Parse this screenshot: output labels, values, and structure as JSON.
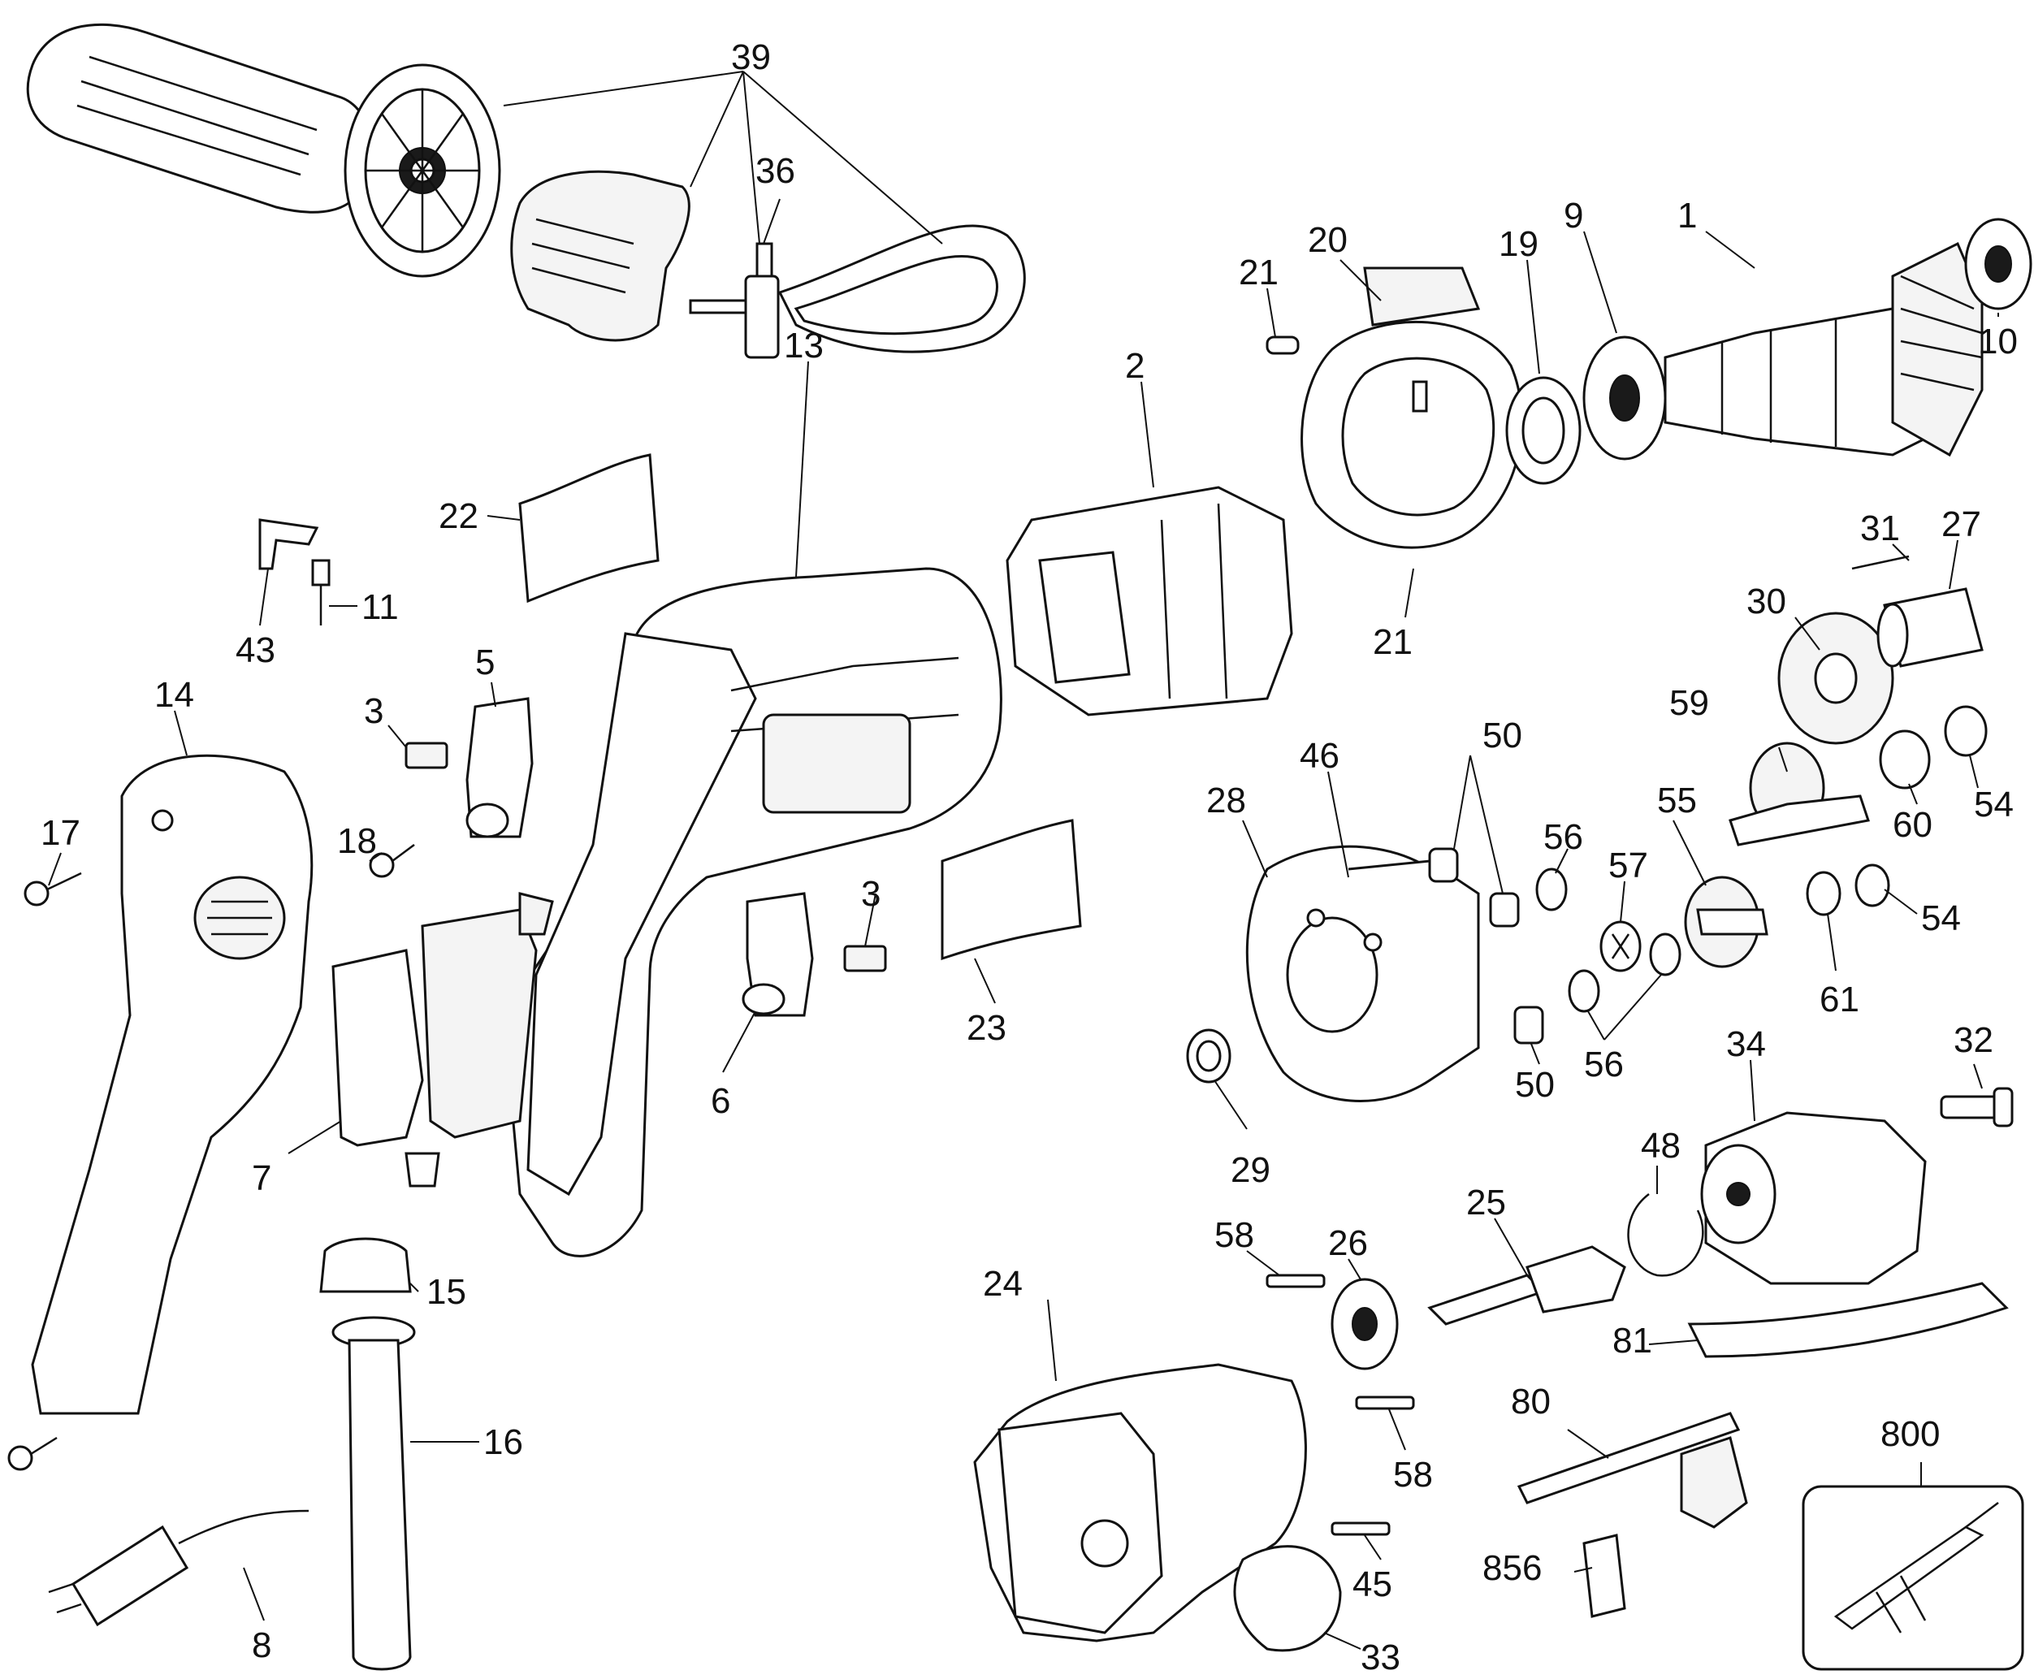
{
  "diagram": {
    "callouts": [
      {
        "id": "c39",
        "text": "39"
      },
      {
        "id": "c36",
        "text": "36"
      },
      {
        "id": "c20",
        "text": "20"
      },
      {
        "id": "c1",
        "text": "1"
      },
      {
        "id": "c9",
        "text": "9"
      },
      {
        "id": "c19",
        "text": "19"
      },
      {
        "id": "c21a",
        "text": "21"
      },
      {
        "id": "c10",
        "text": "10"
      },
      {
        "id": "c2",
        "text": "2"
      },
      {
        "id": "c13",
        "text": "13"
      },
      {
        "id": "c22",
        "text": "22"
      },
      {
        "id": "c31",
        "text": "31"
      },
      {
        "id": "c27",
        "text": "27"
      },
      {
        "id": "c11",
        "text": "11"
      },
      {
        "id": "c43",
        "text": "43"
      },
      {
        "id": "c21b",
        "text": "21"
      },
      {
        "id": "c30",
        "text": "30"
      },
      {
        "id": "c5",
        "text": "5"
      },
      {
        "id": "c14",
        "text": "14"
      },
      {
        "id": "c3a",
        "text": "3"
      },
      {
        "id": "c50a",
        "text": "50"
      },
      {
        "id": "c59",
        "text": "59"
      },
      {
        "id": "c28",
        "text": "28"
      },
      {
        "id": "c46",
        "text": "46"
      },
      {
        "id": "c56a",
        "text": "56"
      },
      {
        "id": "c55",
        "text": "55"
      },
      {
        "id": "c18",
        "text": "18"
      },
      {
        "id": "c17",
        "text": "17"
      },
      {
        "id": "c60",
        "text": "60"
      },
      {
        "id": "c54a",
        "text": "54"
      },
      {
        "id": "c57",
        "text": "57"
      },
      {
        "id": "c3b",
        "text": "3"
      },
      {
        "id": "c54b",
        "text": "54"
      },
      {
        "id": "c61",
        "text": "61"
      },
      {
        "id": "c23",
        "text": "23"
      },
      {
        "id": "c32",
        "text": "32"
      },
      {
        "id": "c34",
        "text": "34"
      },
      {
        "id": "c6",
        "text": "6"
      },
      {
        "id": "c50b",
        "text": "50"
      },
      {
        "id": "c56b",
        "text": "56"
      },
      {
        "id": "c7",
        "text": "7"
      },
      {
        "id": "c29",
        "text": "29"
      },
      {
        "id": "c48",
        "text": "48"
      },
      {
        "id": "c25",
        "text": "25"
      },
      {
        "id": "c58a",
        "text": "58"
      },
      {
        "id": "c26",
        "text": "26"
      },
      {
        "id": "c15",
        "text": "15"
      },
      {
        "id": "c24",
        "text": "24"
      },
      {
        "id": "c81",
        "text": "81"
      },
      {
        "id": "c16",
        "text": "16"
      },
      {
        "id": "c80",
        "text": "80"
      },
      {
        "id": "c58b",
        "text": "58"
      },
      {
        "id": "c800",
        "text": "800"
      },
      {
        "id": "c856",
        "text": "856"
      },
      {
        "id": "c45",
        "text": "45"
      },
      {
        "id": "c8",
        "text": "8"
      },
      {
        "id": "c33",
        "text": "33"
      }
    ]
  }
}
